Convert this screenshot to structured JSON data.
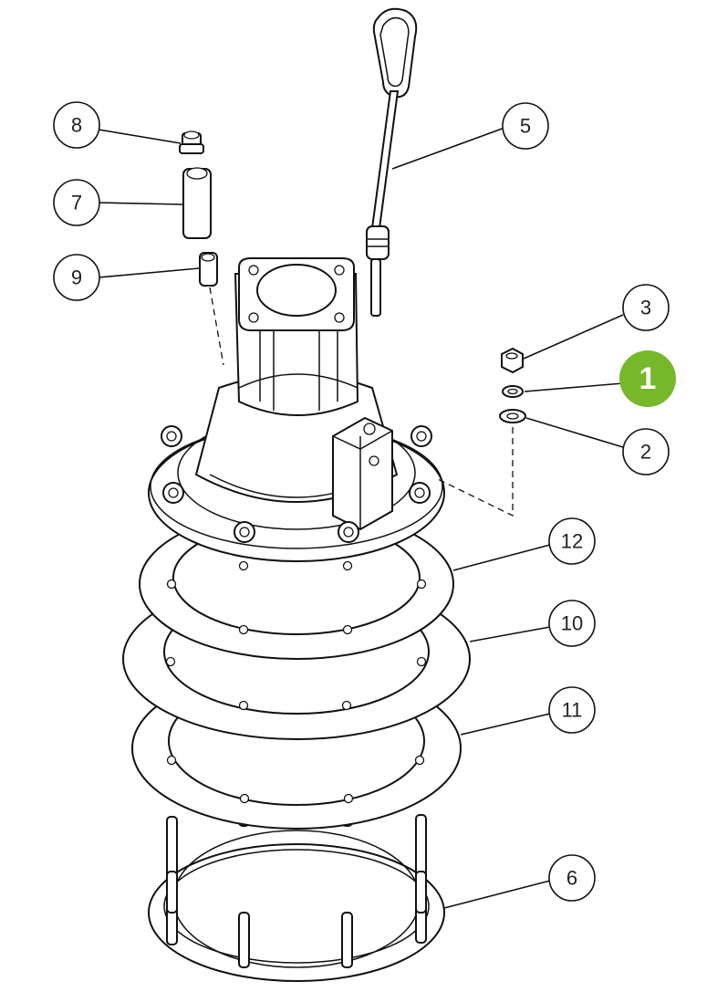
{
  "diagram": {
    "highlight_color": "#76b82a",
    "callouts": [
      {
        "id": "callout-8",
        "label": "8"
      },
      {
        "id": "callout-7",
        "label": "7"
      },
      {
        "id": "callout-9",
        "label": "9"
      },
      {
        "id": "callout-5",
        "label": "5"
      },
      {
        "id": "callout-3",
        "label": "3"
      },
      {
        "id": "callout-1",
        "label": "1",
        "highlighted": true
      },
      {
        "id": "callout-2",
        "label": "2"
      },
      {
        "id": "callout-12",
        "label": "12"
      },
      {
        "id": "callout-10",
        "label": "10"
      },
      {
        "id": "callout-11",
        "label": "11"
      },
      {
        "id": "callout-6",
        "label": "6"
      }
    ]
  }
}
